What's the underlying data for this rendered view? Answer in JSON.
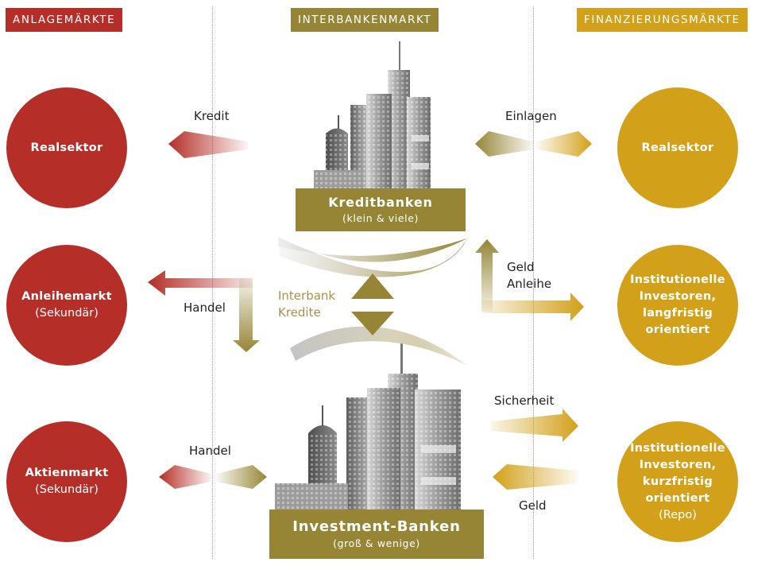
{
  "headers": {
    "left": "ANLAGEMÄRKTE",
    "center": "INTERBANKENMARKT",
    "right": "FINANZIERUNGSMÄRKTE"
  },
  "colors": {
    "red": "#b52e27",
    "olive": "#958535",
    "gold": "#d2a019"
  },
  "left_circles": [
    {
      "title": "Realsektor",
      "sub": ""
    },
    {
      "title": "Anleihemarkt",
      "sub": "(Sekundär)"
    },
    {
      "title": "Aktienmarkt",
      "sub": "(Sekundär)"
    }
  ],
  "right_circles": [
    {
      "lines": [
        "Realsektor"
      ]
    },
    {
      "lines": [
        "Institutionelle",
        "Investoren,",
        "langfristig",
        "orientiert"
      ]
    },
    {
      "lines": [
        "Institutionelle",
        "Investoren,",
        "kurzfristig",
        "orientiert"
      ],
      "sub": "(Repo)"
    }
  ],
  "center": {
    "top_bank": {
      "title": "Kreditbanken",
      "sub": "(klein & viele)"
    },
    "bottom_bank": {
      "title": "Investment-Banken",
      "sub": "(groß & wenige)"
    },
    "interbank_label": [
      "Interbank",
      "Kredite"
    ]
  },
  "flow_labels": {
    "kredit": "Kredit",
    "handel_1": "Handel",
    "handel_2": "Handel",
    "einlagen": "Einlagen",
    "geld_anleihe": [
      "Geld",
      "Anleihe"
    ],
    "sicherheit": "Sicherheit",
    "geld": "Geld"
  }
}
